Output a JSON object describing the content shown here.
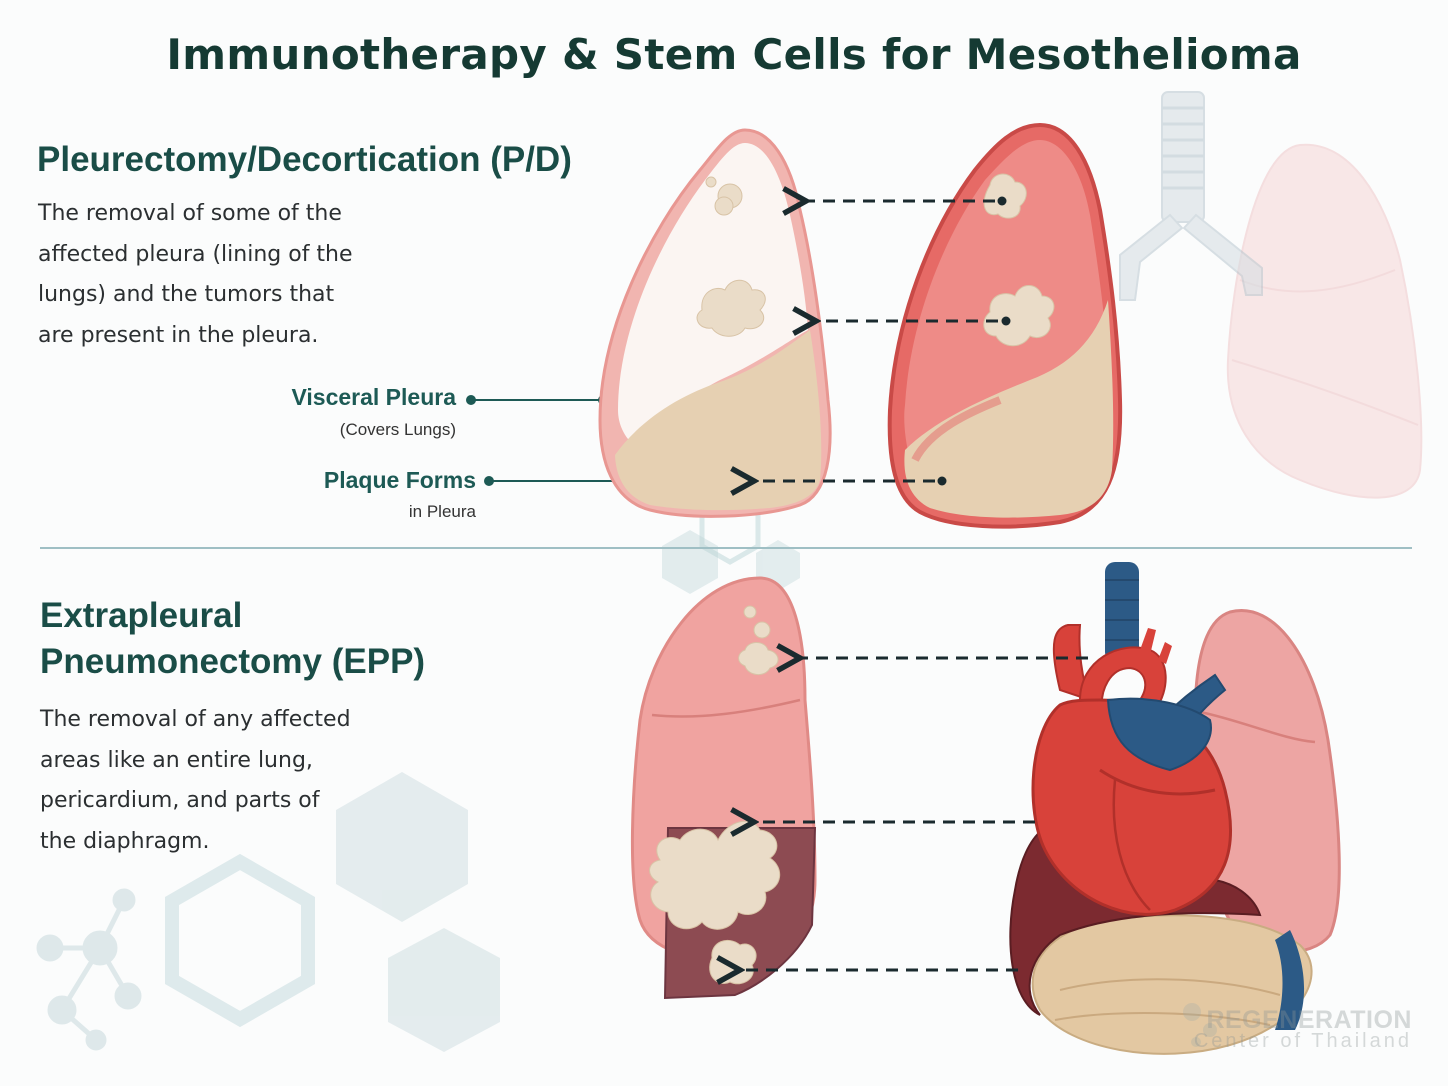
{
  "title": "Immunotherapy & Stem Cells for Mesothelioma",
  "pd": {
    "title": "Pleurectomy/Decortication (P/D)",
    "lines": [
      "The removal of some of the",
      "affected pleura (lining of the",
      "lungs) and the tumors that",
      "are present in the pleura."
    ],
    "callouts": {
      "visceral_label": "Visceral Pleura",
      "visceral_sub": "(Covers Lungs)",
      "plaque_label": "Plaque Forms",
      "plaque_sub": "in Pleura"
    }
  },
  "epp": {
    "title_line1": "Extrapleural",
    "title_line2": "Pneumonectomy (EPP)",
    "lines": [
      "The removal of any affected",
      "areas like an entire lung,",
      "pericardium, and parts of",
      "the diaphragm."
    ]
  },
  "watermark": {
    "line1": "REGENERATION",
    "line2": "Center of Thailand"
  },
  "colors": {
    "title": "#153a33",
    "section_title": "#1a4d47",
    "divider": "#9fbfc4",
    "lung_pink": "#f2a8a4",
    "lung_red": "#e0625e",
    "plaque": "#e8d4b8",
    "heart_red": "#d8423a",
    "vessel_blue": "#2c5a86"
  }
}
